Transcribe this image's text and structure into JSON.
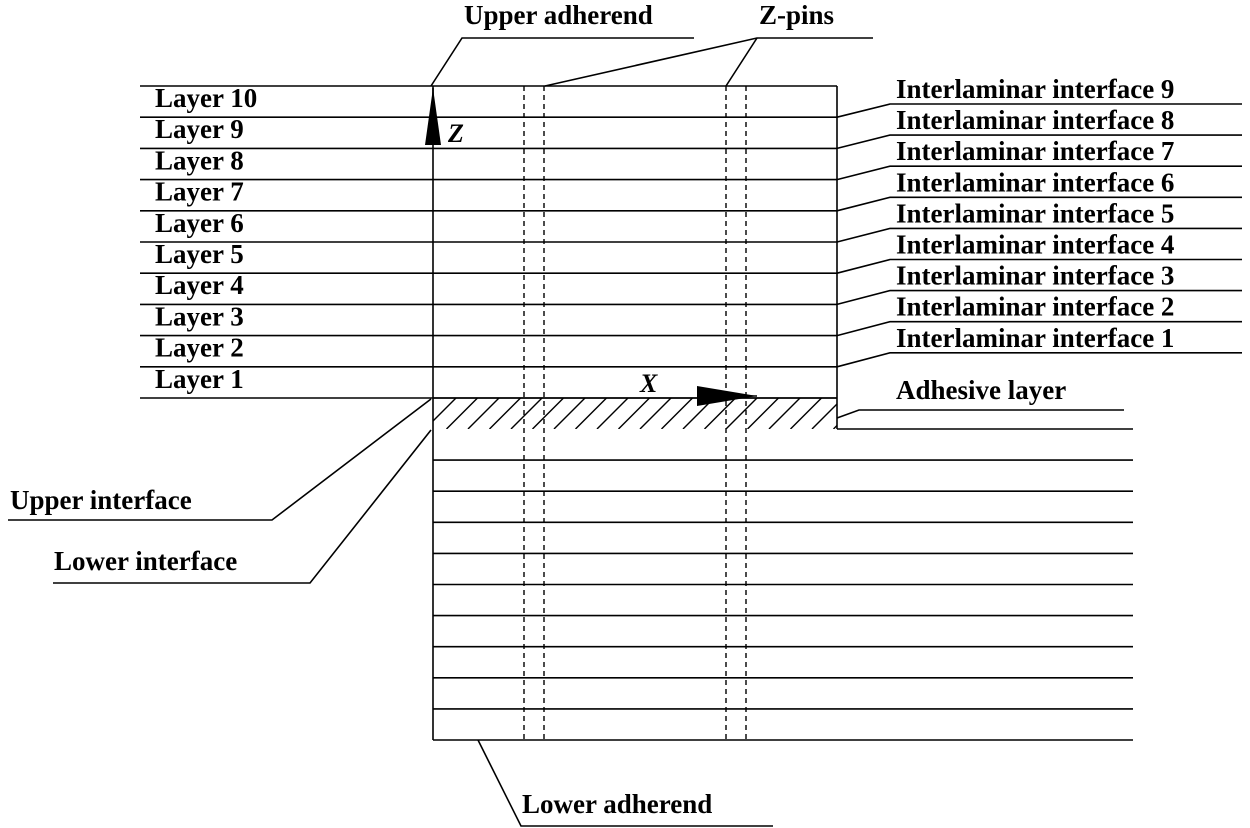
{
  "labels": {
    "upper_adherend": "Upper adherend",
    "z_pins": "Z-pins",
    "adhesive_layer": "Adhesive layer",
    "upper_interface": "Upper interface",
    "lower_interface": "Lower interface",
    "lower_adherend": "Lower adherend",
    "axis_z": "Z",
    "axis_x": "X"
  },
  "layers": [
    "Layer 10",
    "Layer 9",
    "Layer 8",
    "Layer 7",
    "Layer 6",
    "Layer 5",
    "Layer 4",
    "Layer 3",
    "Layer 2",
    "Layer 1"
  ],
  "interfaces": [
    "Interlaminar interface 9",
    "Interlaminar interface 8",
    "Interlaminar interface 7",
    "Interlaminar interface 6",
    "Interlaminar interface 5",
    "Interlaminar interface 4",
    "Interlaminar interface 3",
    "Interlaminar interface 2",
    "Interlaminar interface 1"
  ]
}
